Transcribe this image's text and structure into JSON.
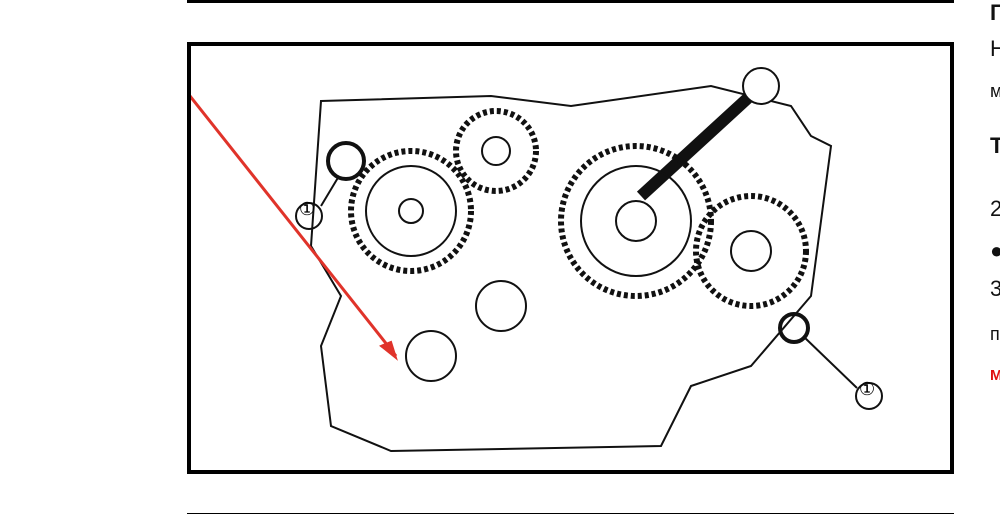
{
  "side_text": [
    "Г",
    "Н",
    "м",
    "Т",
    "2",
    "●",
    "3",
    "п",
    "М"
  ],
  "figure": {
    "callout_left": "①",
    "callout_right": "①"
  },
  "colors": {
    "arrow": "#e0332a",
    "red_text": "#e01010"
  }
}
